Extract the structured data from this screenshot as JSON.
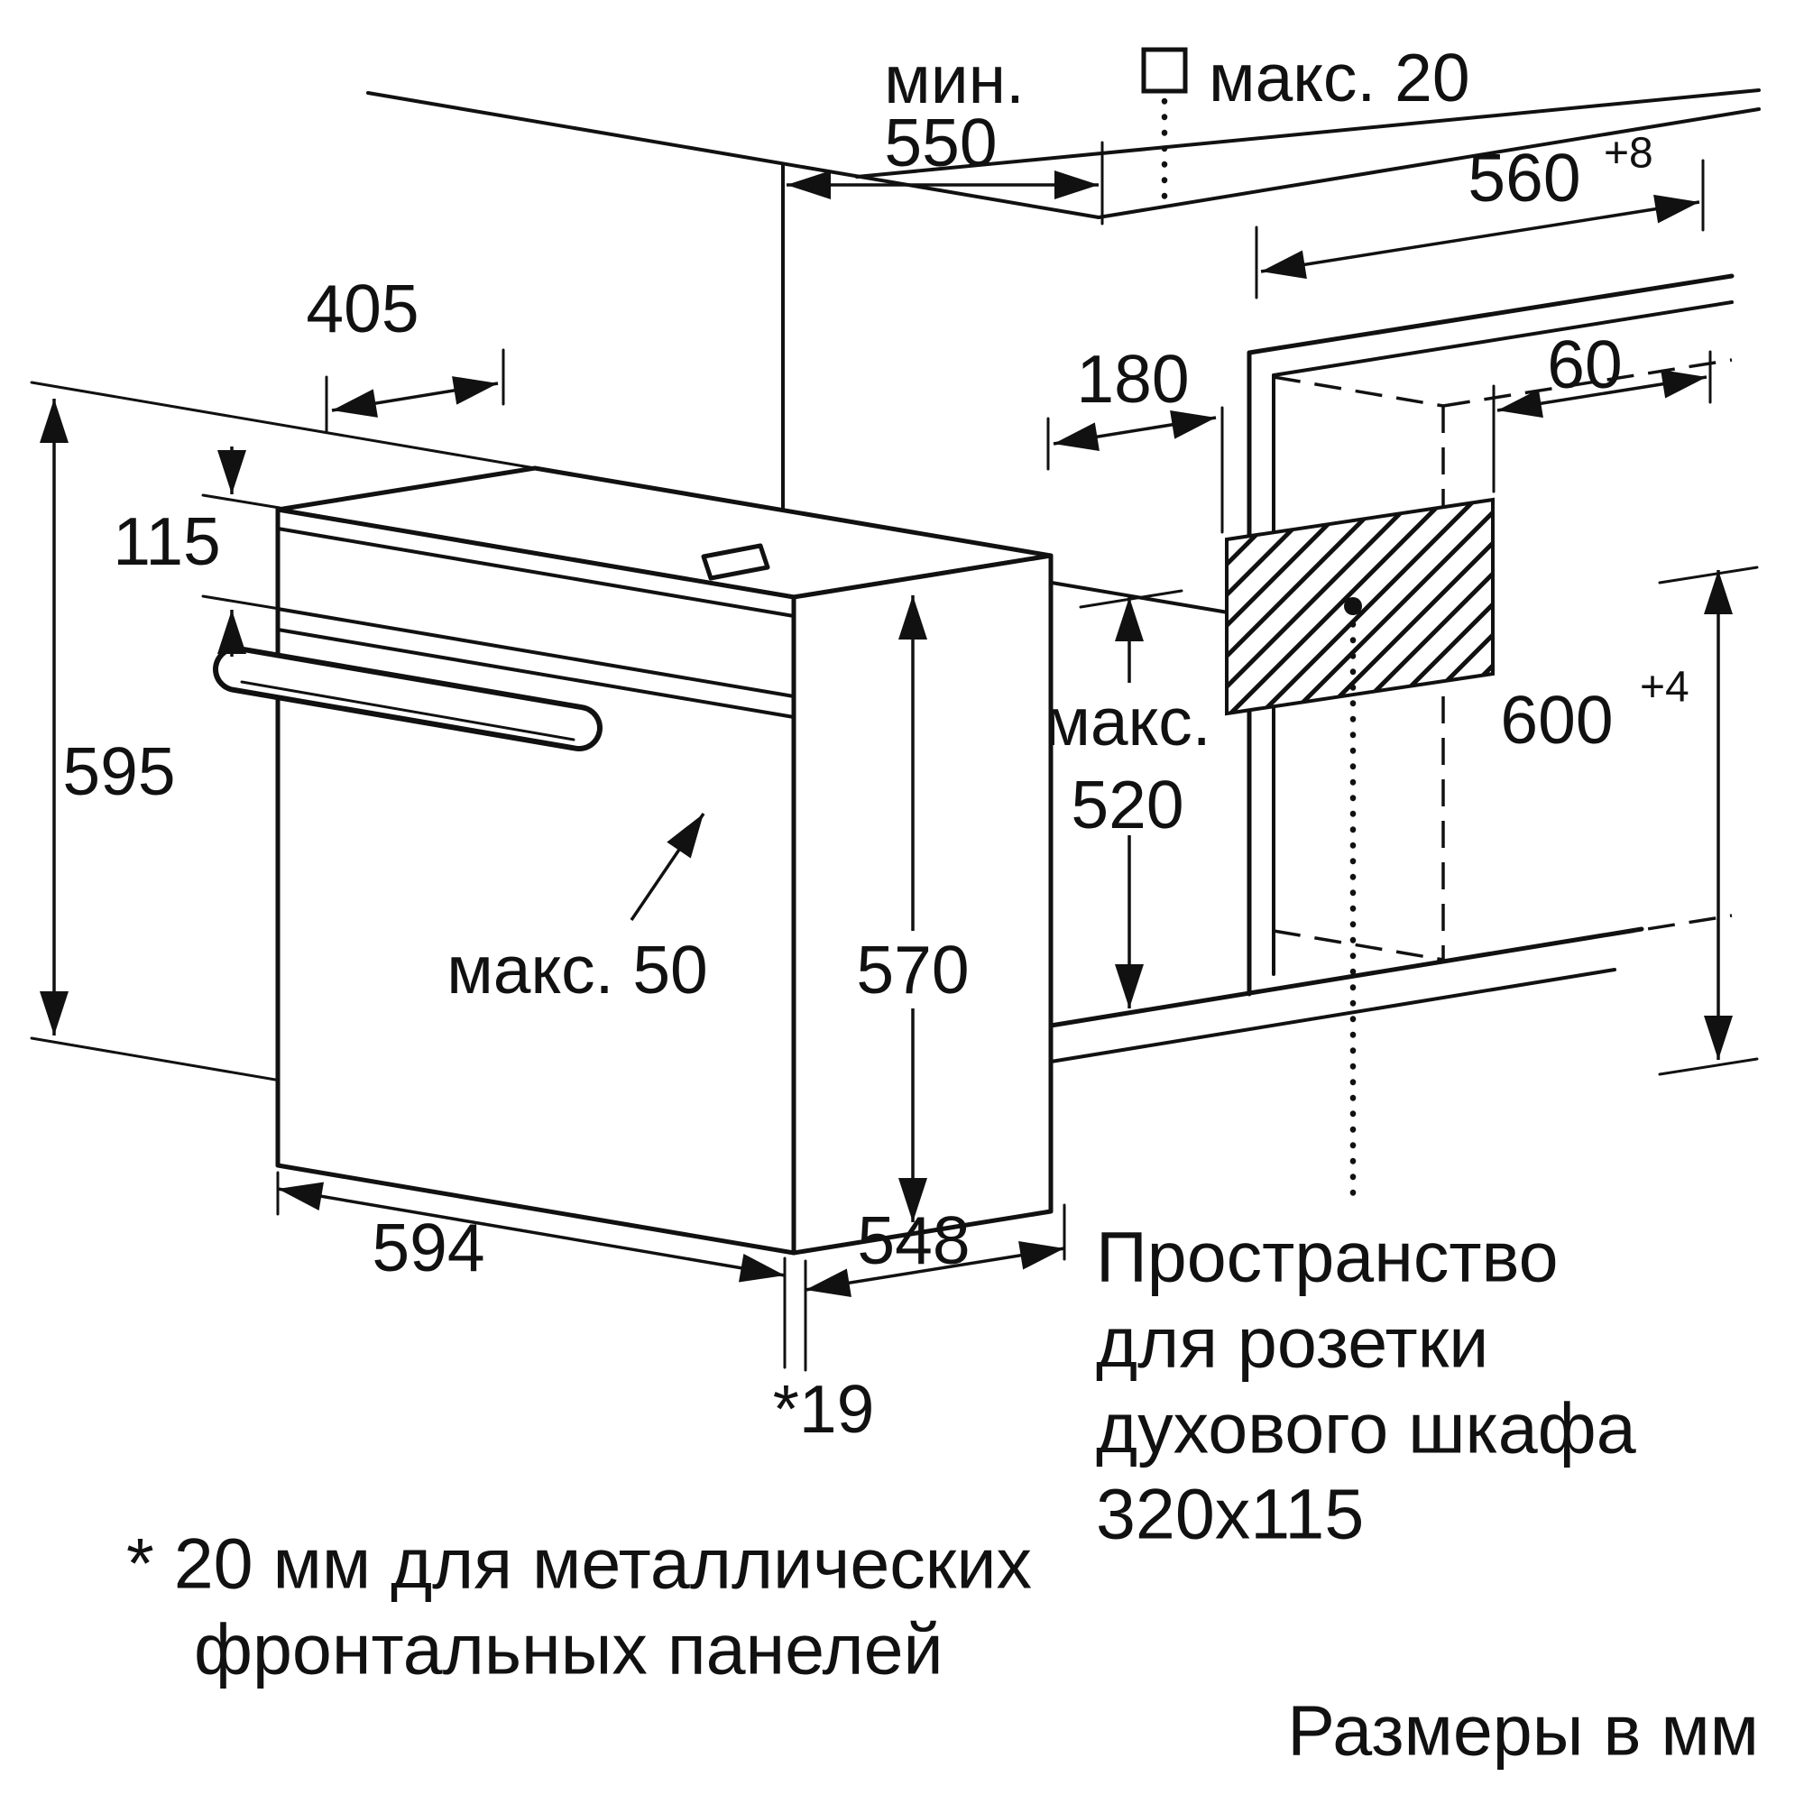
{
  "colors": {
    "ink": "#111111",
    "background": "#ffffff"
  },
  "labels": {
    "min": "мин.",
    "d550": "550",
    "max20": "макс. 20",
    "d560": "560",
    "d560_sup": "+8",
    "d405": "405",
    "d115": "115",
    "d595": "595",
    "d180": "180",
    "d60": "60",
    "maks": "макс.",
    "d520": "520",
    "d600": "600",
    "d600_sup": "+4",
    "max50": "макс. 50",
    "d570": "570",
    "d594": "594",
    "d548": "548",
    "d19": "*19"
  },
  "socket_note": [
    "Пространство",
    "для розетки",
    "духового шкафа",
    "320x115"
  ],
  "footnote": [
    "* 20 мм для металлических",
    "фронтальных панелей"
  ],
  "units_note": "Размеры в мм"
}
